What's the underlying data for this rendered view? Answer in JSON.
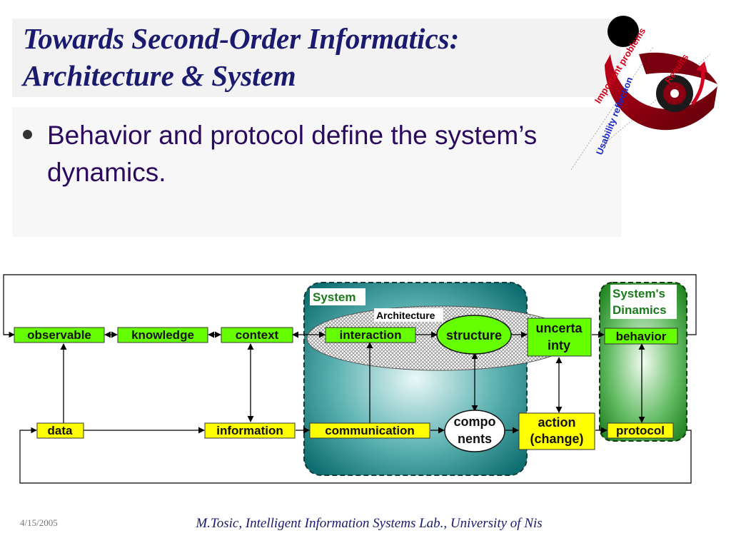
{
  "slide": {
    "title_line1": "Towards Second-Order Informatics:",
    "title_line2": "Architecture & System",
    "bullet": "Behavior and protocol define the system’s dynamics."
  },
  "logo": {
    "text_important": "Important problems",
    "text_results": "Results",
    "text_usability": "Usability reflection"
  },
  "diagram": {
    "system_label": "System",
    "architecture_label": "Architecture",
    "dynamics_label_line1": "System's",
    "dynamics_label_line2": "Dinamics",
    "nodes": {
      "observable": "observable",
      "knowledge": "knowledge",
      "context": "context",
      "interaction": "interaction",
      "structure": "structure",
      "uncertainty_line1": "uncerta",
      "uncertainty_line2": "inty",
      "behavior": "behavior",
      "data": "data",
      "information": "information",
      "communication": "communication",
      "components_line1": "compo",
      "components_line2": "nents",
      "action_line1": "action",
      "action_line2": "(change)",
      "protocol": "protocol"
    }
  },
  "footer": {
    "date": "4/15/2005",
    "credit": "M.Tosic, Intelligent Information Systems Lab., University of Nis"
  },
  "colors": {
    "title": "#1a1a6e",
    "bullet_text": "#2b0a5e",
    "green_node": "#66ff00",
    "yellow_node": "#ffff00",
    "system_teal": "#1a7f7f",
    "dynamics_green": "#1e8c1e"
  }
}
